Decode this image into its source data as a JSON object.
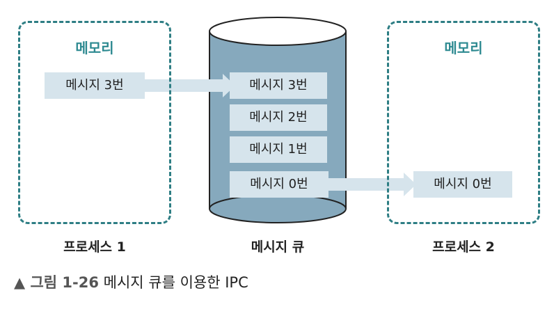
{
  "process1": {
    "memory_label": "메모리",
    "message": "메시지 3번",
    "label": "프로세스 1"
  },
  "queue": {
    "messages": [
      "메시지 3번",
      "메시지 2번",
      "메시지 1번",
      "메시지 0번"
    ],
    "label": "메시지 큐"
  },
  "process2": {
    "memory_label": "메모리",
    "message": "메시지 0번",
    "label": "프로세스 2"
  },
  "caption": {
    "prefix": "▲ 그림 1-26",
    "text": "메시지 큐를 이용한 IPC"
  },
  "colors": {
    "dashed_border": "#2e7e84",
    "memory_title": "#2e8a91",
    "cylinder_body": "#86a9bd",
    "message_fill": "#d6e4ec",
    "arrow_fill": "#d6e4ec"
  }
}
